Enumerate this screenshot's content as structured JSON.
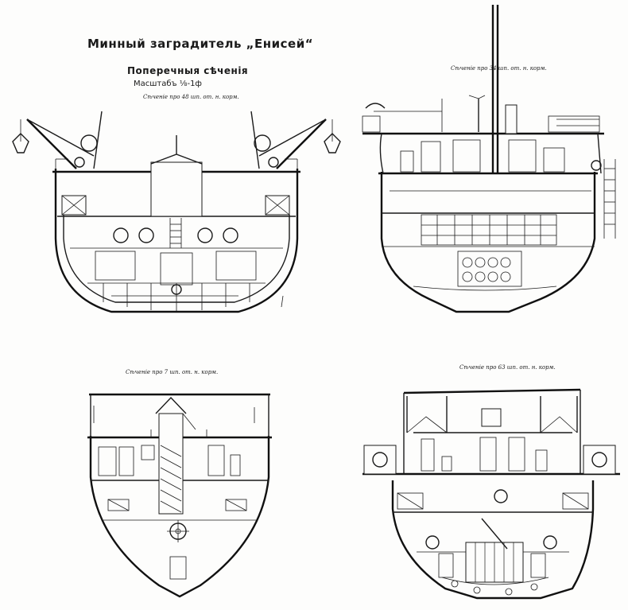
{
  "drawing": {
    "title": "Минный заградитель „Енисей“",
    "subtitle": "Поперечныя сѣченія",
    "scale": "Масштабъ ⅛-1ф",
    "sections": [
      {
        "caption": "Сѣченіе про 48 шп. от. н. корм."
      },
      {
        "caption": "Сѣченіе про 34 шп. от. н. корм."
      },
      {
        "caption": "Сѣченіе про 7 шп. от. н. корм."
      },
      {
        "caption": "Сѣченіе про 63 шп. от. н. корм."
      }
    ]
  }
}
